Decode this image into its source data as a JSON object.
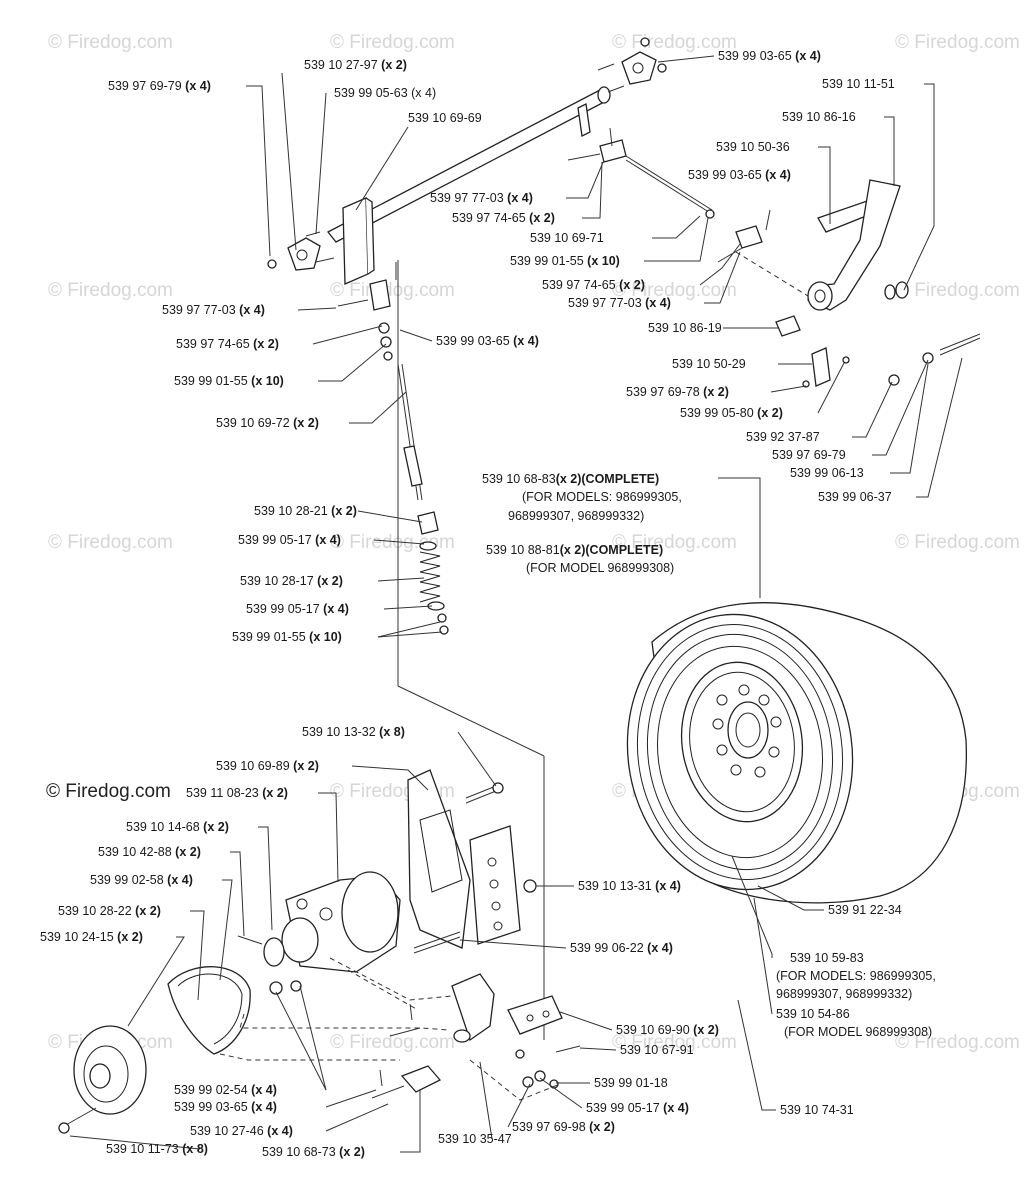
{
  "watermark": "© Firedog.com",
  "brand": "© Firedog.com",
  "callouts": [
    {
      "part": "539 97 69-79",
      "qty": "(x 4)"
    },
    {
      "part": "539 10 27-97",
      "qty": "(x 2)"
    },
    {
      "part": "539 99 05-63 (x 4)",
      "qty": ""
    },
    {
      "part": "539 10 69-69",
      "qty": ""
    },
    {
      "part": "539 99 03-65",
      "qty": "(x 4)"
    },
    {
      "part": "539 10 11-51",
      "qty": ""
    },
    {
      "part": "539 10 86-16",
      "qty": ""
    },
    {
      "part": "539 10 50-36",
      "qty": ""
    },
    {
      "part": "539 99 03-65",
      "qty": "(x 4)"
    },
    {
      "part": "539 97 77-03",
      "qty": "(x 4)"
    },
    {
      "part": "539 97 74-65",
      "qty": "(x 2)"
    },
    {
      "part": "539 10 69-71",
      "qty": ""
    },
    {
      "part": "539 99 01-55",
      "qty": "(x 10)"
    },
    {
      "part": "539 97 74-65",
      "qty": "(x 2)"
    },
    {
      "part": "539 97 77-03",
      "qty": "(x 4)"
    },
    {
      "part": "539 10 86-19",
      "qty": ""
    },
    {
      "part": "539 97 77-03",
      "qty": "(x 4)"
    },
    {
      "part": "539 97 74-65",
      "qty": "(x 2)"
    },
    {
      "part": "539 99 01-55",
      "qty": "(x 10)"
    },
    {
      "part": "539 99 03-65",
      "qty": "(x 4)"
    },
    {
      "part": "539 10 50-29",
      "qty": ""
    },
    {
      "part": "539 97 69-78",
      "qty": "(x 2)"
    },
    {
      "part": "539 99 05-80",
      "qty": "(x 2)"
    },
    {
      "part": "539 10 69-72",
      "qty": "(x 2)"
    },
    {
      "part": "539 92 37-87",
      "qty": ""
    },
    {
      "part": "539 97 69-79",
      "qty": ""
    },
    {
      "part": "539 99 06-13",
      "qty": ""
    },
    {
      "part": "539 99 06-37",
      "qty": ""
    },
    {
      "part": "539 10 68-83",
      "qty": "(x 2)(COMPLETE)"
    },
    {
      "part": "(FOR MODELS: 986999305,",
      "qty": ""
    },
    {
      "part": "968999307, 968999332)",
      "qty": ""
    },
    {
      "part": "539 10 88-81",
      "qty": "(x 2)(COMPLETE)"
    },
    {
      "part": "(FOR MODEL 968999308)",
      "qty": ""
    },
    {
      "part": "539 10 28-21",
      "qty": "(x 2)"
    },
    {
      "part": "539 99 05-17",
      "qty": "(x 4)"
    },
    {
      "part": "539 10 28-17",
      "qty": "(x 2)"
    },
    {
      "part": "539 99 05-17",
      "qty": "(x 4)"
    },
    {
      "part": "539 99 01-55",
      "qty": "(x 10)"
    },
    {
      "part": "539 10 13-32",
      "qty": "(x 8)"
    },
    {
      "part": "539 10 69-89",
      "qty": "(x 2)"
    },
    {
      "part": "539 11 08-23",
      "qty": "(x 2)"
    },
    {
      "part": "539 10 14-68",
      "qty": "(x 2)"
    },
    {
      "part": "539 10 42-88",
      "qty": "(x 2)"
    },
    {
      "part": "539 99 02-58",
      "qty": "(x 4)"
    },
    {
      "part": "539 10 28-22",
      "qty": "(x 2)"
    },
    {
      "part": "539 10 24-15",
      "qty": "(x 2)"
    },
    {
      "part": "539 10 13-31",
      "qty": "(x 4)"
    },
    {
      "part": "539 91 22-34",
      "qty": ""
    },
    {
      "part": "539 99 06-22",
      "qty": "(x 4)"
    },
    {
      "part": "539 10 59-83",
      "qty": ""
    },
    {
      "part": "(FOR MODELS: 986999305,",
      "qty": ""
    },
    {
      "part": "968999307, 968999332)",
      "qty": ""
    },
    {
      "part": "539 10 54-86",
      "qty": ""
    },
    {
      "part": "(FOR MODEL 968999308)",
      "qty": ""
    },
    {
      "part": "539 10 69-90",
      "qty": "(x 2)"
    },
    {
      "part": "539 10 67-91",
      "qty": ""
    },
    {
      "part": "539 99 01-18",
      "qty": ""
    },
    {
      "part": "539 99 05-17",
      "qty": "(x 4)"
    },
    {
      "part": "539 97 69-98",
      "qty": "(x 2)"
    },
    {
      "part": "539 10 35-47",
      "qty": ""
    },
    {
      "part": "539 10 74-31",
      "qty": ""
    },
    {
      "part": "539 99 02-54",
      "qty": "(x 4)"
    },
    {
      "part": "539 99 03-65",
      "qty": "(x 4)"
    },
    {
      "part": "539 10 27-46",
      "qty": "(x 4)"
    },
    {
      "part": "539 10 68-73",
      "qty": "(x 2)"
    },
    {
      "part": "539 10 11-73",
      "qty": "(x 8)"
    }
  ]
}
